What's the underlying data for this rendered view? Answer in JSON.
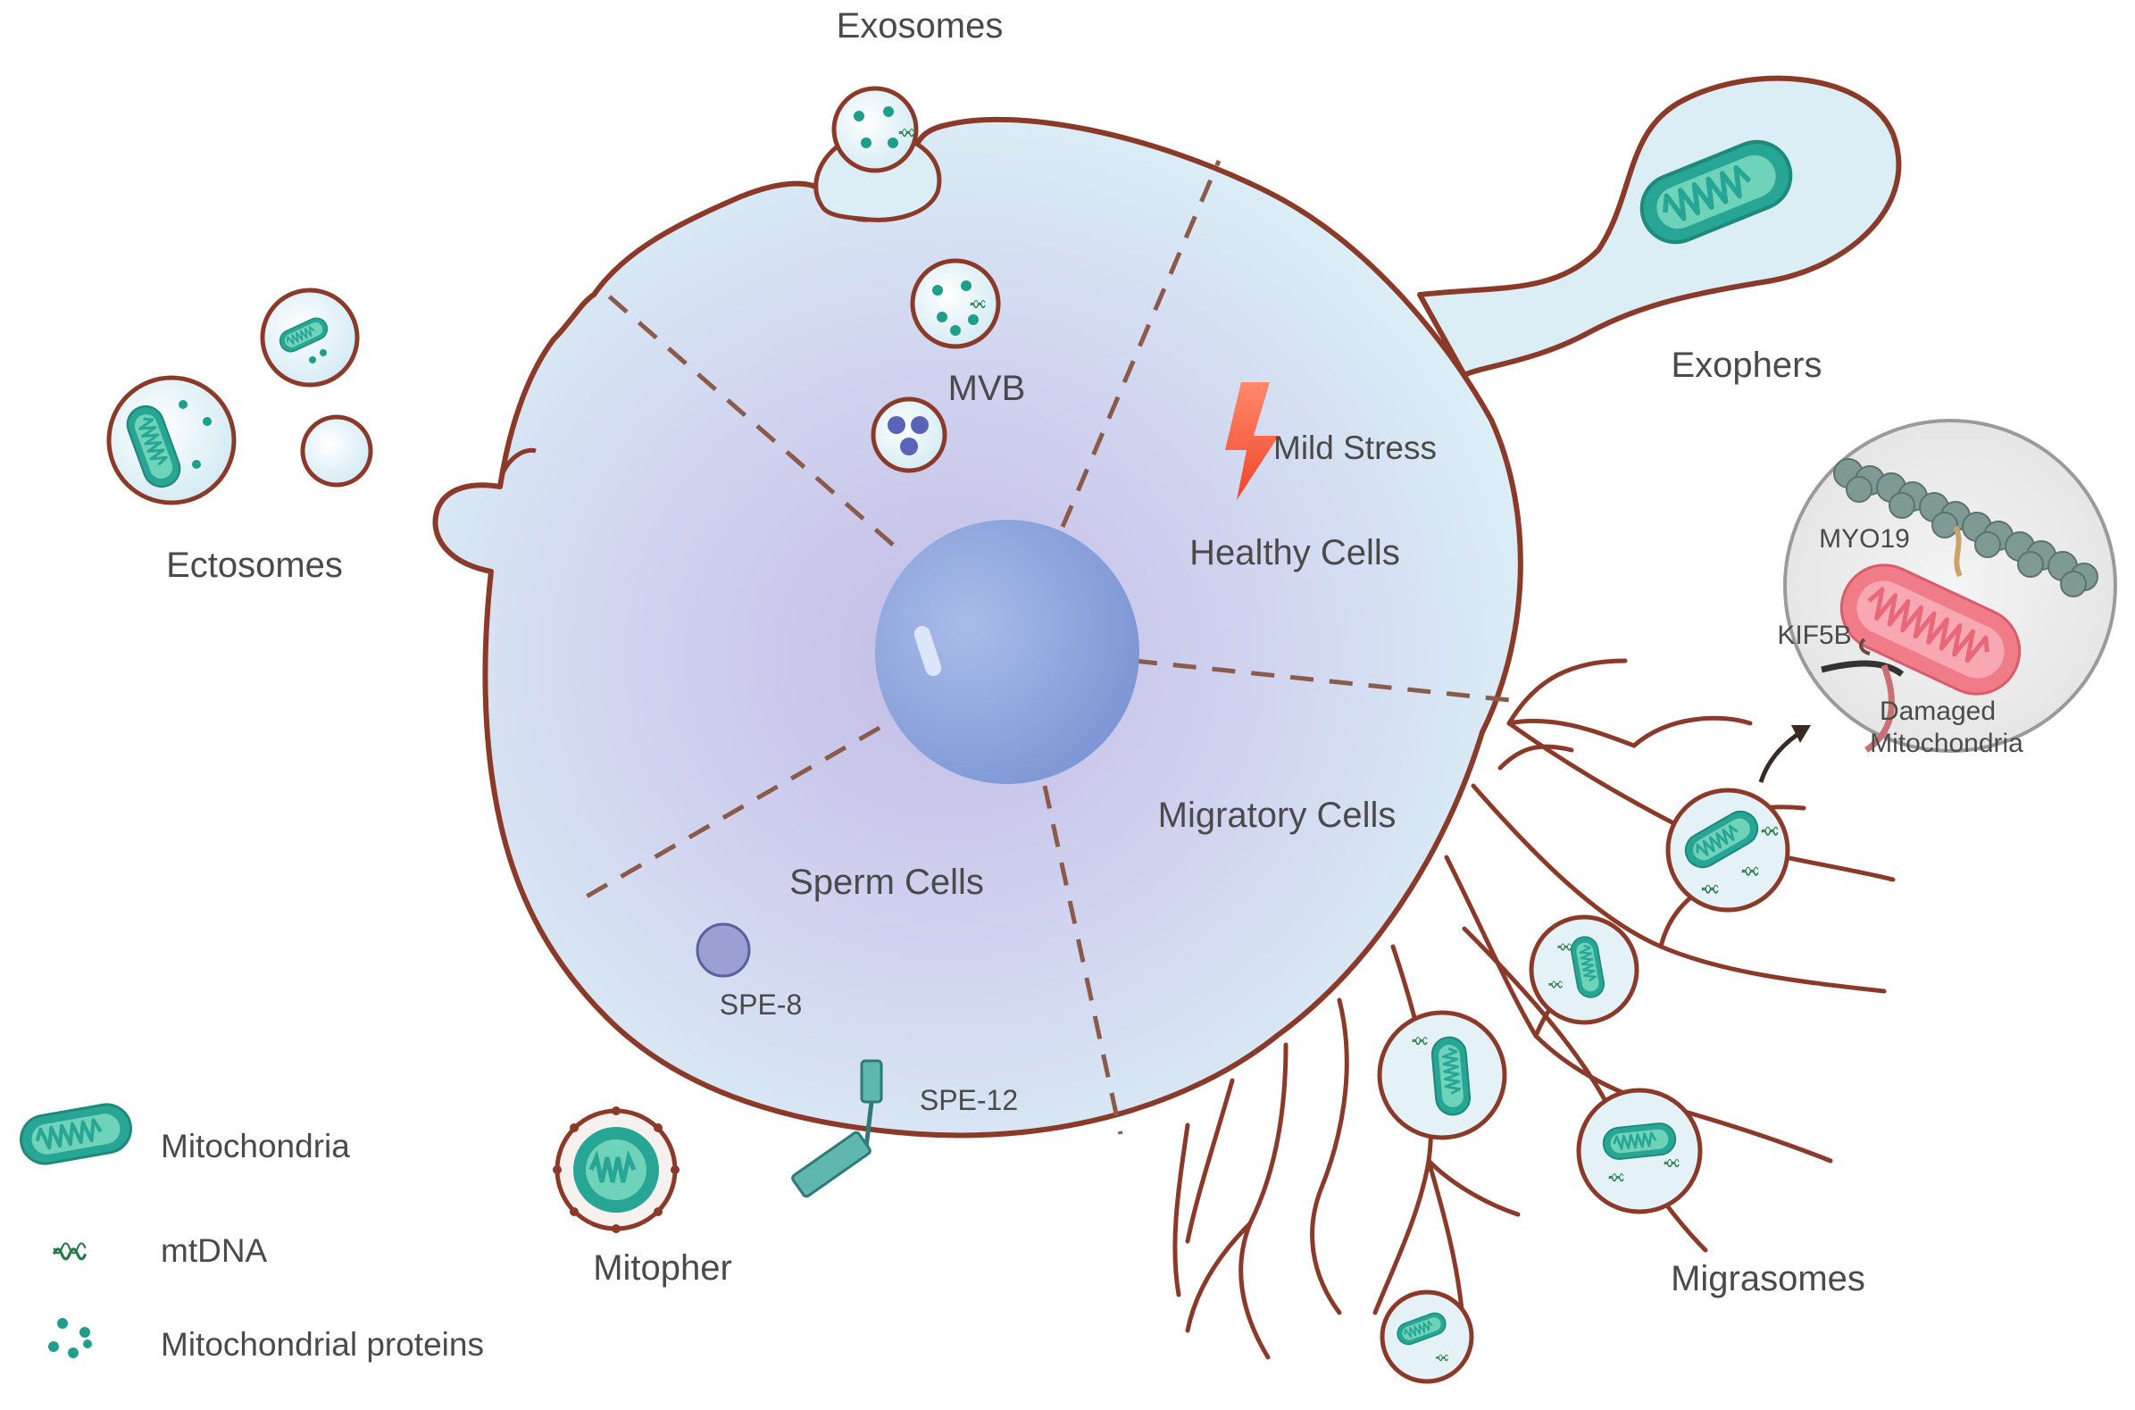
{
  "labels": {
    "exosomes": "Exosomes",
    "exophers": "Exophers",
    "ectosomes": "Ectosomes",
    "mvb": "MVB",
    "mild_stress": "Mild Stress",
    "healthy_cells": "Healthy Cells",
    "migratory_cells": "Migratory Cells",
    "sperm_cells": "Sperm Cells",
    "spe8": "SPE-8",
    "spe12": "SPE-12",
    "mitopher": "Mitopher",
    "migrasomes": "Migrasomes",
    "myo19": "MYO19",
    "kif5b": "KIF5B",
    "damaged_line1": "Damaged",
    "damaged_line2": "Mitochondria"
  },
  "legend": {
    "items": [
      {
        "icon": "mitochondrion-icon",
        "label": "Mitochondria"
      },
      {
        "icon": "mtdna-icon",
        "label": "mtDNA"
      },
      {
        "icon": "protein-dots-icon",
        "label": "Mitochondrial proteins"
      }
    ]
  },
  "colors": {
    "cell_fill": "#dbeef6",
    "cell_outline": "#8b3a2a",
    "nucleus": "#8fa6dc",
    "mitochondria": "#2fb3a3",
    "damaged_mitochondria": "#f07c8a",
    "stress_bolt": "#f25a3a",
    "spe8": "#9b9fd4",
    "actin": "#7f9a94"
  }
}
